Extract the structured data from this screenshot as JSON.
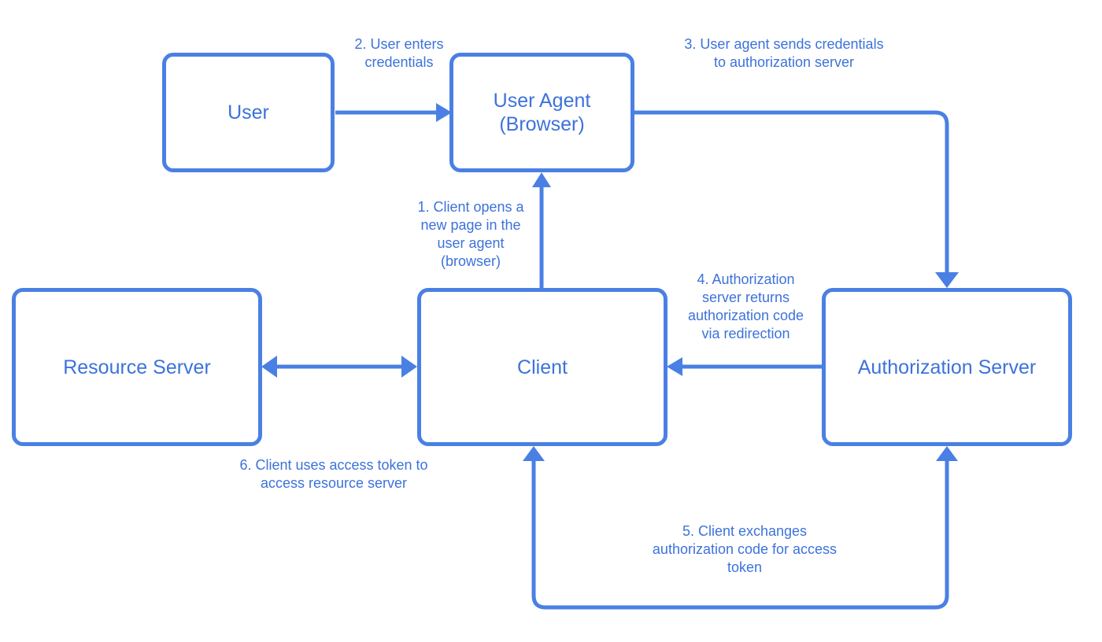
{
  "colors": {
    "stroke": "#4a80e3",
    "text": "#3d72db",
    "background": "#ffffff"
  },
  "nodes": {
    "user": {
      "label": "User"
    },
    "user_agent": {
      "line1": "User Agent",
      "line2": "(Browser)"
    },
    "client": {
      "label": "Client"
    },
    "resource_server": {
      "label": "Resource Server"
    },
    "authorization_server": {
      "label": "Authorization Server"
    }
  },
  "edges": {
    "step1": {
      "lines": [
        "1. Client opens a",
        "new page in the",
        "user agent",
        "(browser)"
      ]
    },
    "step2": {
      "lines": [
        "2. User enters",
        "credentials"
      ]
    },
    "step3": {
      "lines": [
        "3. User agent sends credentials",
        "to authorization server"
      ]
    },
    "step4": {
      "lines": [
        "4. Authorization",
        "server returns",
        "authorization code",
        "via redirection"
      ]
    },
    "step5": {
      "lines": [
        "5. Client exchanges",
        "authorization code for access",
        "token"
      ]
    },
    "step6": {
      "lines": [
        "6. Client uses access token to",
        "access resource server"
      ]
    }
  }
}
